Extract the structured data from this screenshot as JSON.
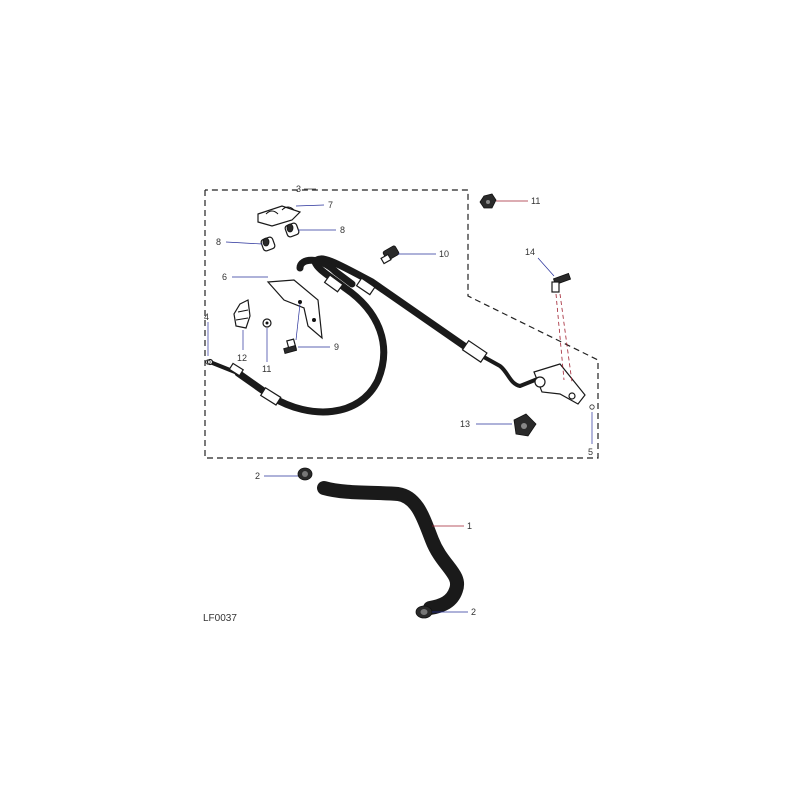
{
  "diagram": {
    "reference_code": "LF0037",
    "colors": {
      "line": "#1a1a1a",
      "leader_blue": "#27309a",
      "leader_red": "#a02030",
      "dashed_border": "#222222"
    },
    "callouts": {
      "c1": "1",
      "c2a": "2",
      "c2b": "2",
      "c3": "3",
      "c4": "4",
      "c5": "5",
      "c6": "6",
      "c7": "7",
      "c8a": "8",
      "c8b": "8",
      "c9": "9",
      "c10": "10",
      "c11a": "11",
      "c11b": "11",
      "c12": "12",
      "c13": "13",
      "c14": "14"
    }
  }
}
